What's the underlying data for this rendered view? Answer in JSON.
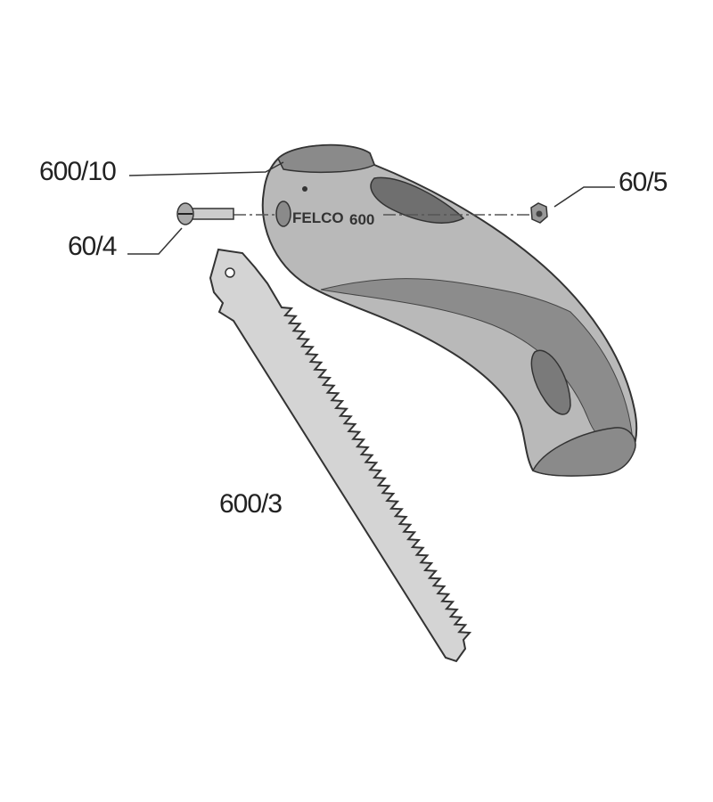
{
  "title": "Folding saw exploded parts diagram",
  "parts": {
    "handle": {
      "label": "600/10"
    },
    "nut": {
      "label": "60/5"
    },
    "screw": {
      "label": "60/4"
    },
    "blade": {
      "label": "600/3"
    }
  },
  "handle_marking": {
    "brand": "FELCO",
    "model": "600"
  },
  "colors": {
    "handle": "#b4b4b4",
    "handle_dark": "#7d7d7d",
    "blade": "#d2d2d2",
    "outline": "#333333"
  }
}
